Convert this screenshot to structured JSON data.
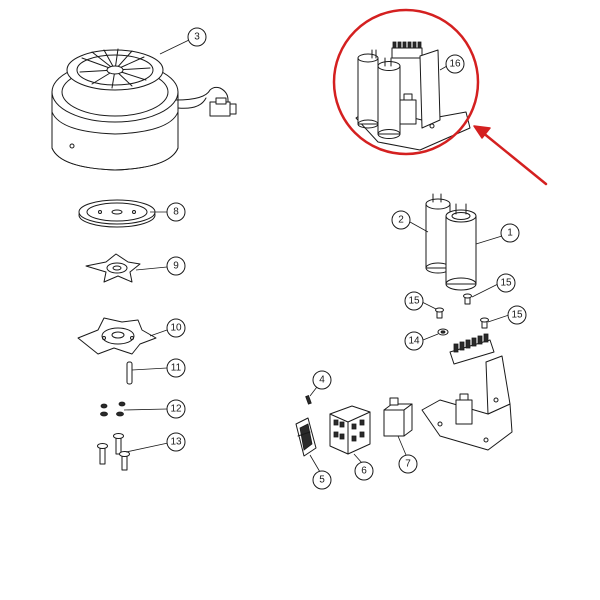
{
  "callouts": {
    "c1": "1",
    "c2": "2",
    "c3": "3",
    "c4": "4",
    "c5": "5",
    "c6": "6",
    "c7": "7",
    "c8": "8",
    "c9": "9",
    "c10": "10",
    "c11": "11",
    "c12": "12",
    "c13": "13",
    "c14": "14",
    "c15a": "15",
    "c15b": "15",
    "c15c": "15",
    "c16": "16"
  },
  "colors": {
    "highlight": "#d42020",
    "line": "#1a1a1a",
    "background": "#ffffff"
  }
}
